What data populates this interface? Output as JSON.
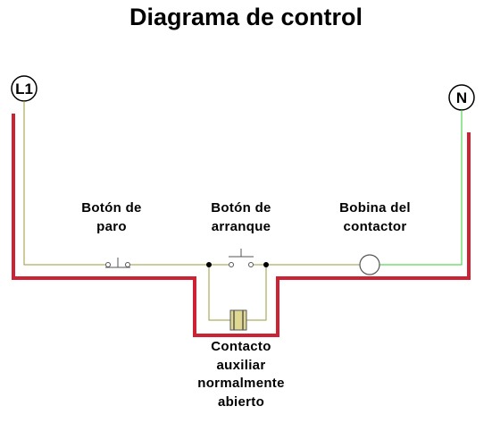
{
  "diagram": {
    "title": "Diagrama de control",
    "terminals": {
      "left": "L1",
      "right": "N"
    },
    "components": {
      "stop_button": "Botón de\nparo",
      "start_button": "Botón de\narranque",
      "coil": "Bobina del\ncontactor",
      "aux_contact": "Contacto\nauxiliar\nnormalmente\nabierto"
    },
    "colors": {
      "wire_olive": "#9a9a3a",
      "wire_green": "#33cc33",
      "highlight_red": "#cc2233",
      "contact_fill": "#e0d890"
    }
  }
}
